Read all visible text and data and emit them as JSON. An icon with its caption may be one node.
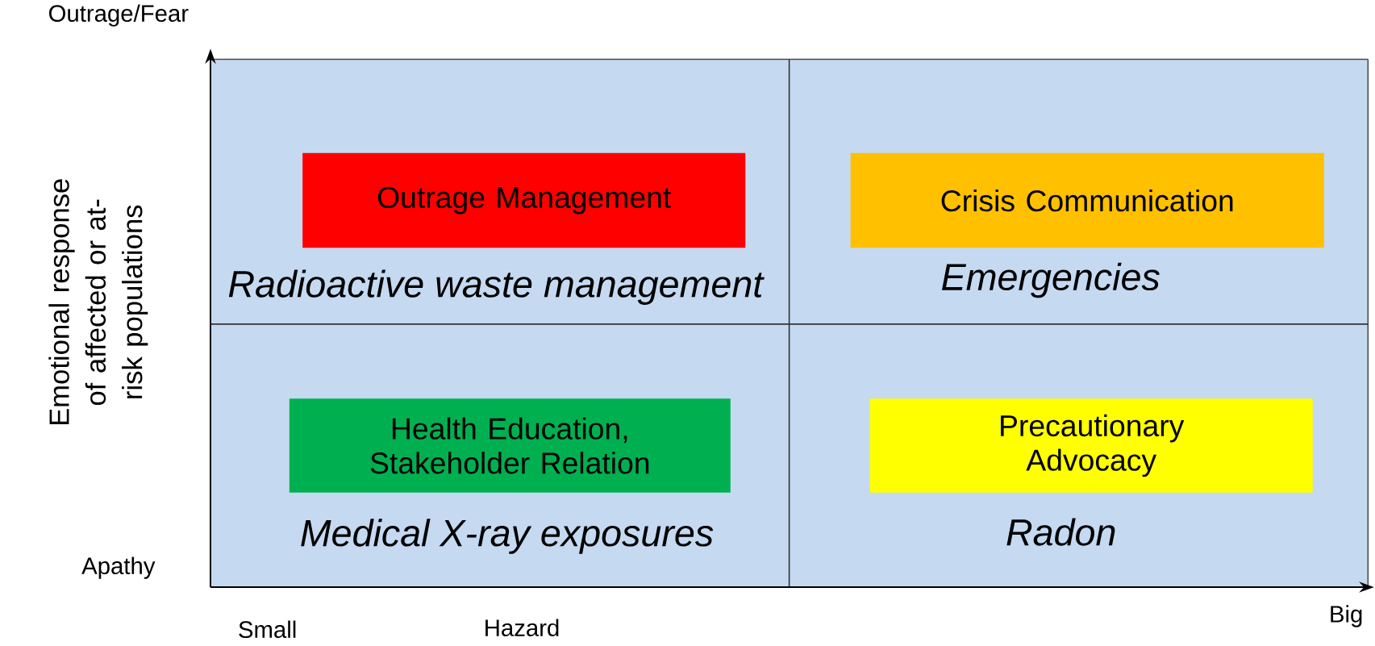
{
  "diagram": {
    "nodes": [
      {
        "text": [
          "Outrage Management"
        ],
        "beside": [
          "Radioactive waste management"
        ]
      },
      {
        "text": [
          "Crisis Communication"
        ],
        "beside": [
          "Emergencies"
        ]
      },
      {
        "text": [
          "Health Education, Stakeholder Relation"
        ],
        "beside": [
          "Medical X-ray exposures"
        ]
      },
      {
        "text": [
          "Precautionary Advocacy"
        ],
        "beside": [
          "Radon"
        ]
      }
    ],
    "labels": [
      "Outrage/Fear",
      "Emotional response of affected or at-risk populations",
      "Apathy",
      "Big",
      "Small",
      "Hazard"
    ]
  }
}
